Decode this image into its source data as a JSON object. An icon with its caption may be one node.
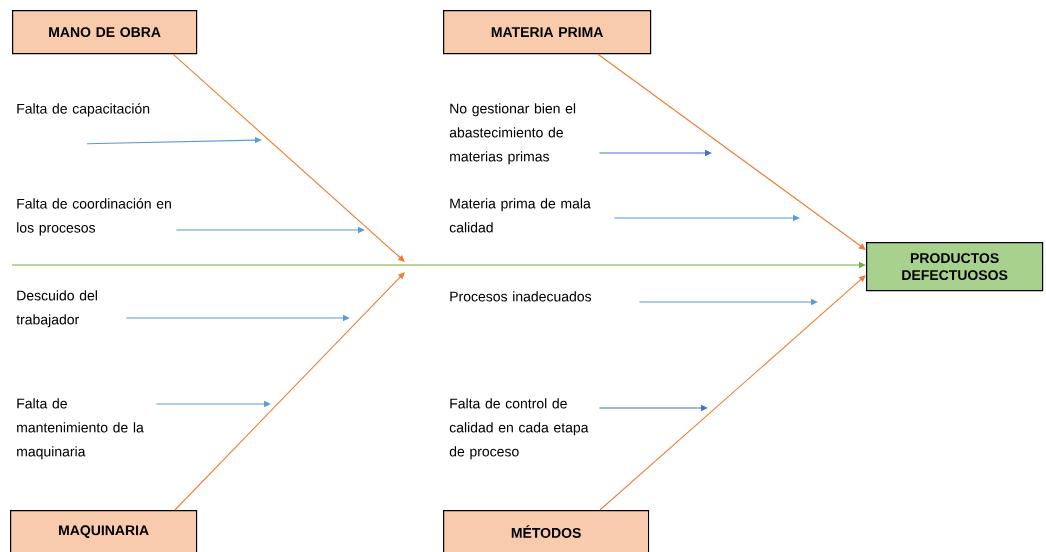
{
  "diagram": {
    "nodes": [
      {
        "text": [
          "MANO DE OBRA"
        ]
      },
      {
        "text": [
          "MATERIA PRIMA"
        ]
      },
      {
        "text": [
          "PRODUCTOS DEFECTUOSOS"
        ]
      },
      {
        "text": [
          "MAQUINARIA"
        ]
      },
      {
        "text": [
          "MÉTODOS"
        ]
      },
      {
        "text": [
          "Falta de capacitación"
        ]
      },
      {
        "text": [
          "Falta de coordinación en los procesos"
        ]
      },
      {
        "text": [
          "No gestionar bien el abastecimiento de materias primas"
        ]
      },
      {
        "text": [
          "Materia prima de mala calidad"
        ]
      },
      {
        "text": [
          "Descuido del trabajador"
        ]
      },
      {
        "text": [
          "Falta de mantenimiento de la maquinaria"
        ]
      },
      {
        "text": [
          "Procesos inadecuados"
        ]
      },
      {
        "text": [
          "Falta de control de calidad en cada etapa de proceso"
        ]
      }
    ],
    "edges": [
      {
        "from": null,
        "to": 2,
        "arrow": "to",
        "color": "#70ad47"
      },
      {
        "from": 0,
        "to": null,
        "arrow": "to",
        "color": "#ed7d31"
      },
      {
        "from": 1,
        "to": 2,
        "arrow": "to",
        "color": "#ed7d31"
      },
      {
        "from": 3,
        "to": null,
        "arrow": "to",
        "color": "#ed7d31"
      },
      {
        "from": 4,
        "to": 2,
        "arrow": "to",
        "color": "#ed7d31"
      },
      {
        "from": 5,
        "to": null,
        "arrow": "to",
        "color": "#5b9bd5"
      },
      {
        "from": 6,
        "to": null,
        "arrow": "to",
        "color": "#5b9bd5"
      },
      {
        "from": 7,
        "to": null,
        "arrow": "to",
        "color": "#4472c4"
      },
      {
        "from": 8,
        "to": null,
        "arrow": "to",
        "color": "#5b9bd5"
      },
      {
        "from": 9,
        "to": null,
        "arrow": "to",
        "color": "#5b9bd5"
      },
      {
        "from": 10,
        "to": null,
        "arrow": "to",
        "color": "#5b9bd5"
      },
      {
        "from": 11,
        "to": null,
        "arrow": "to",
        "color": "#5b9bd5"
      },
      {
        "from": 12,
        "to": null,
        "arrow": "to",
        "color": "#4472c4"
      }
    ]
  }
}
